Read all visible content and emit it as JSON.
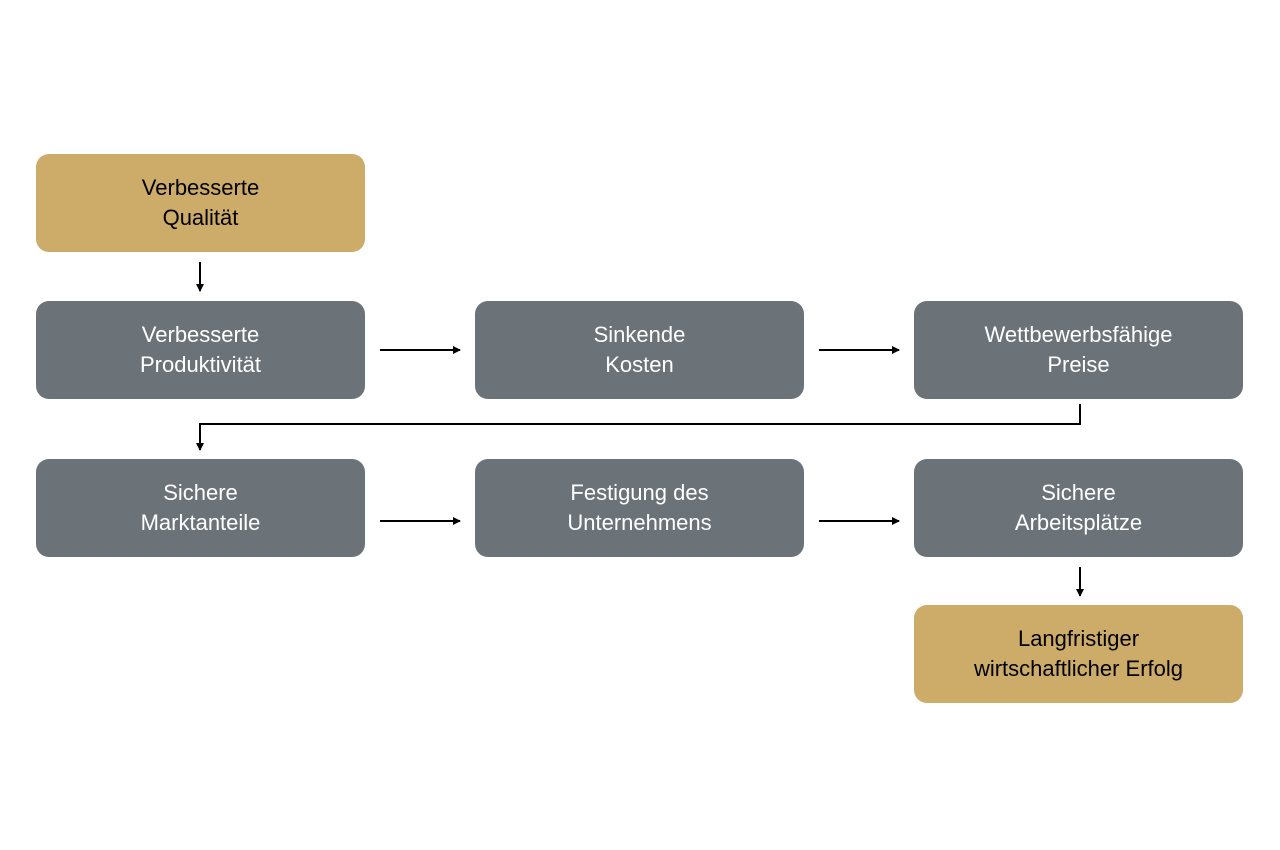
{
  "colors": {
    "highlight_box": "#cdab68",
    "step_box": "#6b7379",
    "connector": "#000000"
  },
  "nodes": {
    "quality": "Verbesserte\nQualität",
    "productivity": "Verbesserte\nProduktivität",
    "costs": "Sinkende\nKosten",
    "prices": "Wettbewerbsfähige\nPreise",
    "market_share": "Sichere\nMarktanteile",
    "consolidation": "Festigung des\nUnternehmens",
    "jobs": "Sichere\nArbeitsplätze",
    "success": "Langfristiger\nwirtschaftlicher Erfolg"
  }
}
